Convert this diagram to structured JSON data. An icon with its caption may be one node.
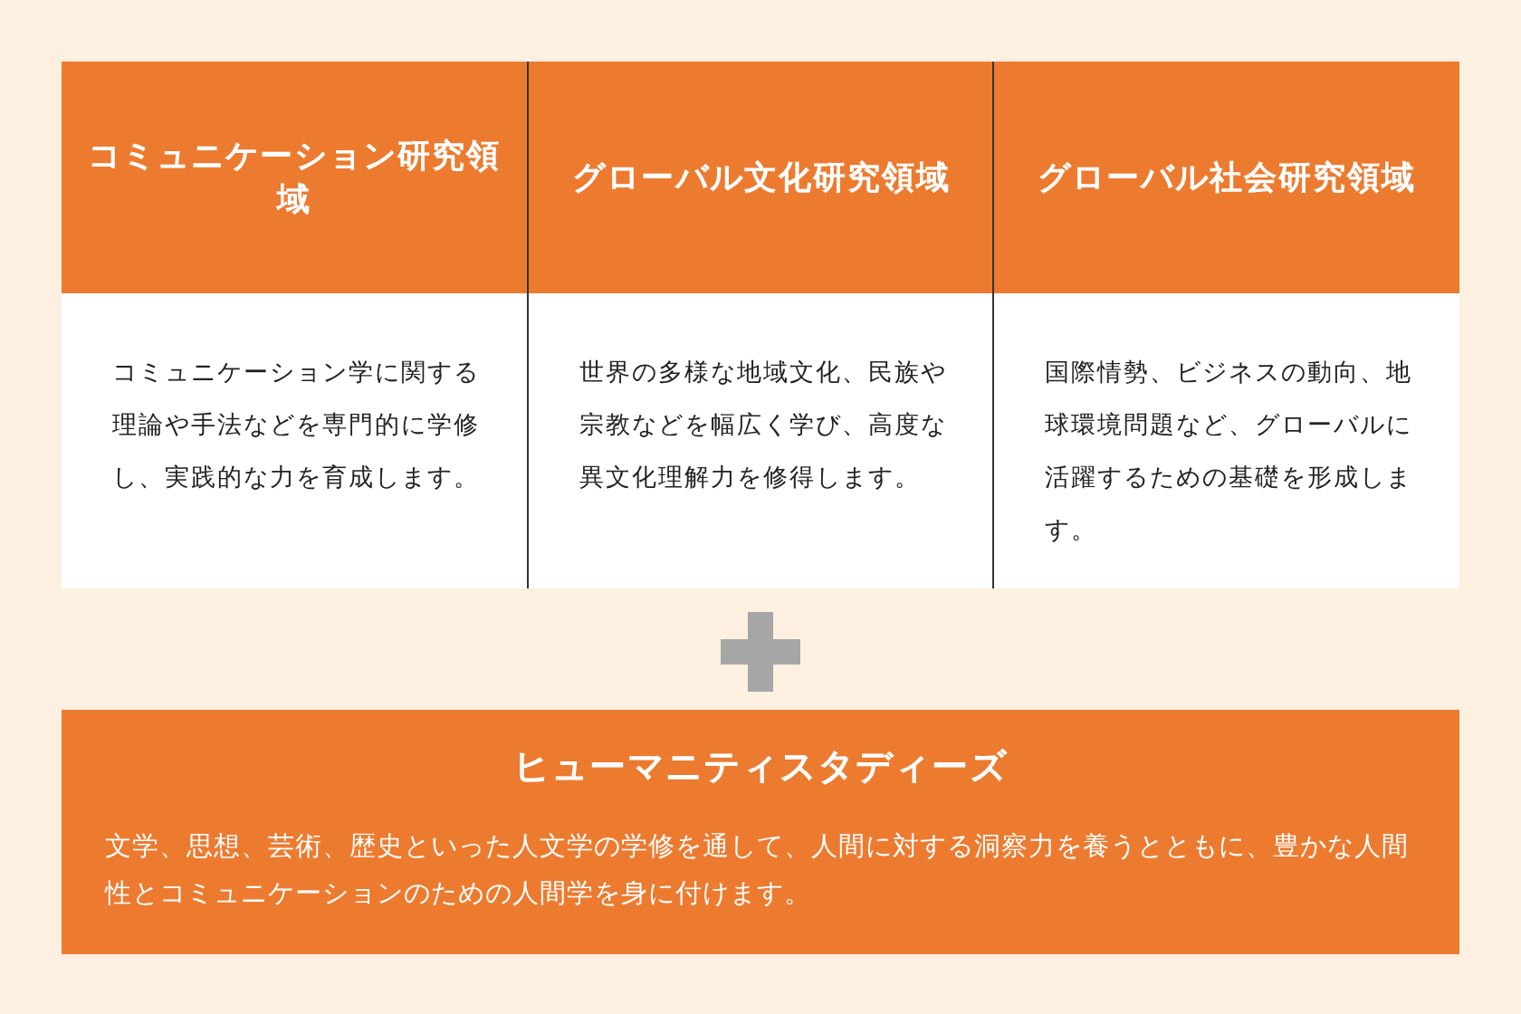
{
  "diagram": {
    "nodes": [
      {
        "text": [
          "コミュニケーション研究領域",
          "コミュニケーション学に関する理論や手法などを専門的に学修し、実践的な力を育成します。"
        ]
      },
      {
        "text": [
          "グローバル文化研究領域",
          "世界の多様な地域文化、民族や宗教などを幅広く学び、高度な異文化理解力を修得します。"
        ]
      },
      {
        "text": [
          "グローバル社会研究領域",
          "国際情勢、ビジネスの動向、地球環境問題など、グローバルに活躍するための基礎を形成します。"
        ]
      },
      {
        "text": [
          "ヒューマニティスタディーズ",
          "文学、思想、芸術、歴史といった人文学の学修を通して、人間に対する洞察力を養うとともに、豊かな人間性とコミュニケーションのための人間学を身に付けます。"
        ]
      }
    ]
  }
}
